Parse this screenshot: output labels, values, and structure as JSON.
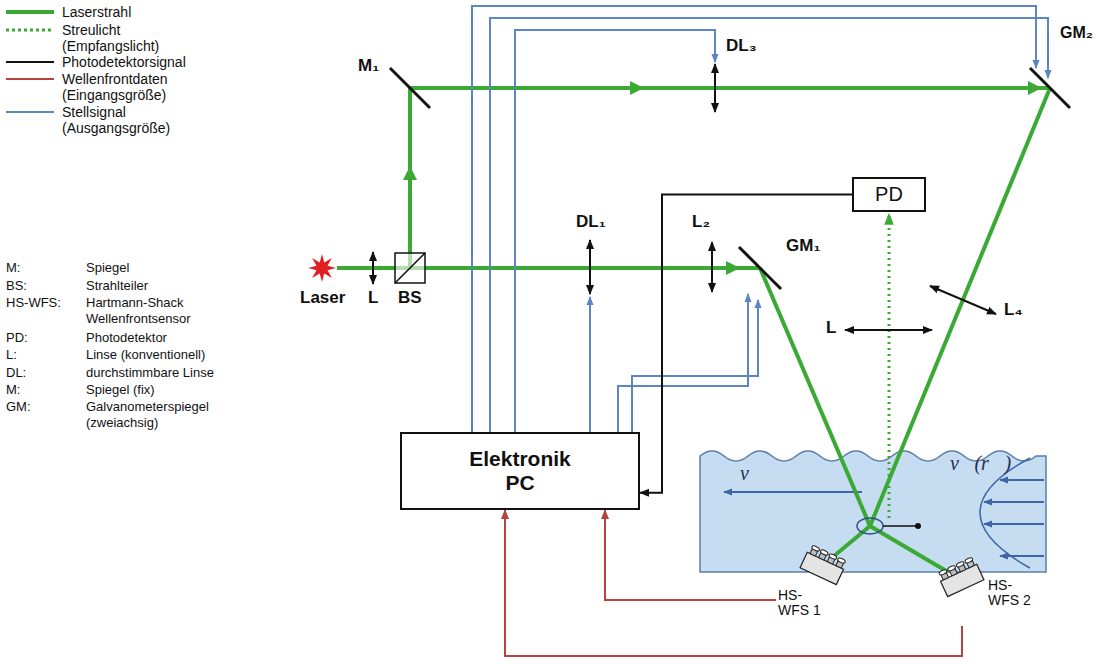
{
  "diagram": {
    "nodes": [
      {
        "text": [
          "PD"
        ]
      },
      {
        "text": [
          "Elektronik PC"
        ]
      },
      {
        "text": [
          "HS- WFS 1"
        ]
      },
      {
        "text": [
          "HS- WFS 2"
        ]
      }
    ],
    "edges": [
      {
        "from": 0,
        "to": 1,
        "arrow": "to"
      },
      {
        "from": 2,
        "to": 1,
        "arrow": "to"
      },
      {
        "from": 3,
        "to": 1,
        "arrow": "to"
      }
    ],
    "labels": [
      "M₁",
      "DL₃",
      "GM₂",
      "DL₁",
      "L₂",
      "GM₁",
      "Laser",
      "L",
      "BS",
      "L",
      "L₄",
      "v",
      "v⃗(r⃗)",
      "M:",
      "Spiegel",
      "BS:",
      "Strahlteiler",
      "HS-WFS:",
      "Hartmann-Shack Wellenfrontsensor",
      "PD:",
      "Photodetektor",
      "L:",
      "Linse (konventionell)",
      "DL:",
      "durchstimmbare Linse",
      "M:",
      "Spiegel (fix)",
      "GM:",
      "Galvanometerspiegel (zweiachsig)"
    ],
    "legend": [
      {
        "text": "Laserstrahl"
      },
      {
        "text": "Streulicht (Empfangslicht)"
      },
      {
        "text": "Photodetektorsignal"
      },
      {
        "text": "Wellenfrontdaten (Eingangsgröße)"
      },
      {
        "text": "Stellsignal (Ausgangsgröße)"
      }
    ]
  }
}
